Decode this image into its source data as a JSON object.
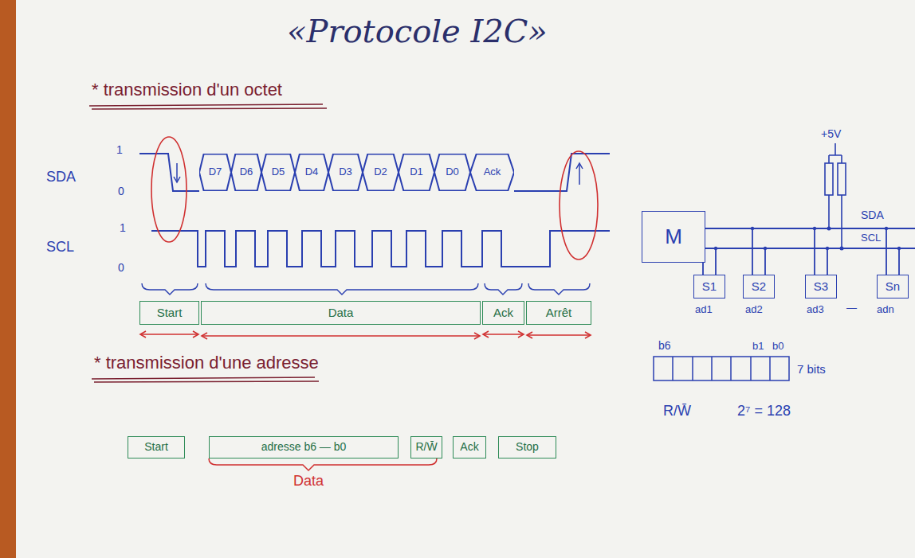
{
  "diagram": {
    "title": "«Protocole I2C»",
    "nodes": [
      {
        "text": [
          "D7"
        ]
      },
      {
        "text": [
          "D6"
        ]
      },
      {
        "text": [
          "D5"
        ]
      },
      {
        "text": [
          "D4"
        ]
      },
      {
        "text": [
          "D3"
        ]
      },
      {
        "text": [
          "D2"
        ]
      },
      {
        "text": [
          "D1"
        ]
      },
      {
        "text": [
          "D0"
        ]
      },
      {
        "text": [
          "Ack"
        ]
      },
      {
        "text": [
          "Start"
        ]
      },
      {
        "text": [
          "Data"
        ]
      },
      {
        "text": [
          "Ack"
        ]
      },
      {
        "text": [
          "Arrêt"
        ]
      },
      {
        "text": [
          "Start"
        ]
      },
      {
        "text": [
          "adresse b6 — b0"
        ]
      },
      {
        "text": [
          "R/W̄"
        ]
      },
      {
        "text": [
          "Ack"
        ]
      },
      {
        "text": [
          "Stop"
        ]
      },
      {
        "text": [
          "M"
        ]
      },
      {
        "text": [
          "S1"
        ]
      },
      {
        "text": [
          "S2"
        ]
      },
      {
        "text": [
          "S3"
        ]
      },
      {
        "text": [
          "Sn"
        ]
      }
    ],
    "edges": [
      {
        "from": 18,
        "to": 19,
        "arrow": "none"
      },
      {
        "from": 18,
        "to": 20,
        "arrow": "none"
      },
      {
        "from": 18,
        "to": 21,
        "arrow": "none"
      },
      {
        "from": 18,
        "to": 22,
        "arrow": "none"
      }
    ],
    "labels": [
      "* transmission d'un octet",
      "SDA",
      "1",
      "0",
      "SCL",
      "1",
      "0",
      "* transmission d'une adresse",
      "Data",
      "+5V",
      "SDA",
      "SCL",
      "ad1",
      "ad2",
      "ad3",
      "—",
      "adn",
      "b6",
      "b1",
      "b0",
      "7 bits",
      "R/W̄",
      "2⁷ = 128"
    ]
  }
}
